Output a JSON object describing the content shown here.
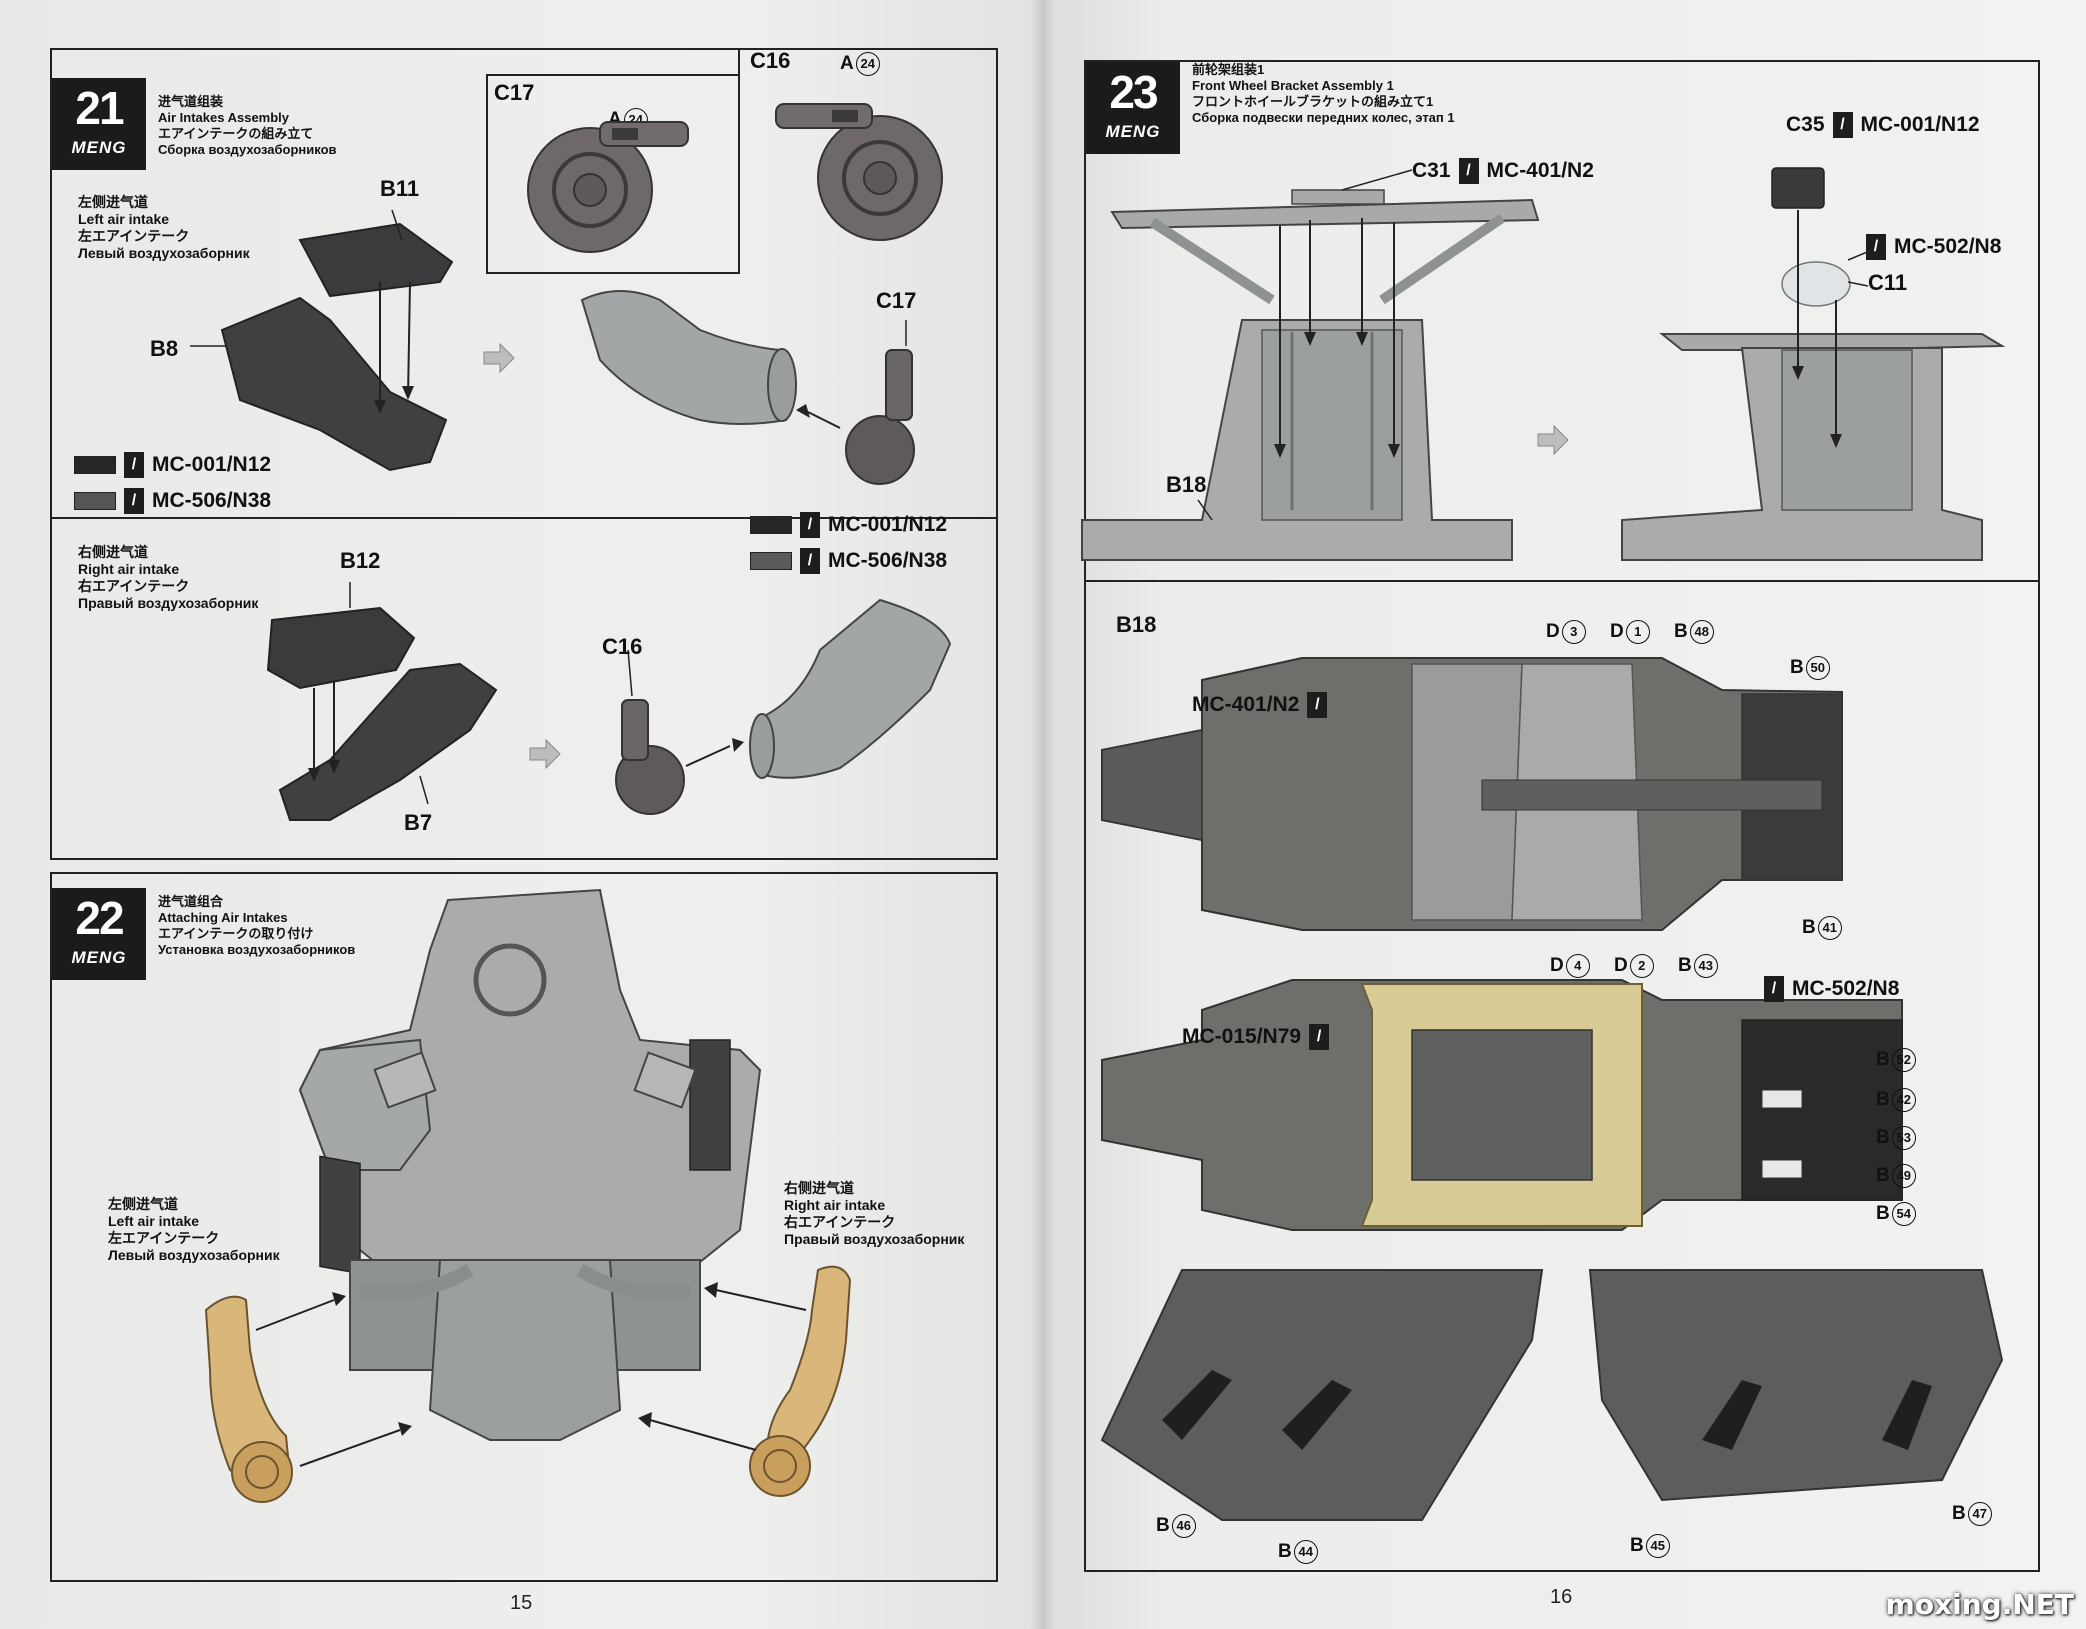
{
  "left_page": {
    "page_number": "15",
    "step21": {
      "number": "21",
      "brand": "MENG",
      "title_cn": "进气道组装",
      "title_en": "Air Intakes Assembly",
      "title_jp": "エアインテークの組み立て",
      "title_ru": "Сборка воздухозаборников",
      "left_intake": {
        "cn": "左侧进气道",
        "en": "Left air intake",
        "jp": "左エアインテーク",
        "ru": "Левый воздухозаборник"
      },
      "right_intake": {
        "cn": "右侧进气道",
        "en": "Right air intake",
        "jp": "右エアインテーク",
        "ru": "Правый воздухозаборник"
      },
      "parts": {
        "b11": "B11",
        "b8": "B8",
        "c17": "C17",
        "c17_top": "C17",
        "c16_top": "C16",
        "a24_a": "A",
        "a24_b": "A",
        "a24_num": "24",
        "b12": "B12",
        "b7": "B7",
        "c16": "C16"
      },
      "colors_top": [
        {
          "code": "MC-001/N12",
          "color": "#262626"
        },
        {
          "code": "MC-506/N38",
          "color": "#555555"
        }
      ],
      "colors_bottom": [
        {
          "code": "MC-001/N12",
          "color": "#262626"
        },
        {
          "code": "MC-506/N38",
          "color": "#5a5a5a"
        }
      ]
    },
    "step22": {
      "number": "22",
      "brand": "MENG",
      "title_cn": "进气道组合",
      "title_en": "Attaching Air Intakes",
      "title_jp": "エアインテークの取り付け",
      "title_ru": "Установка воздухозаборников",
      "left_intake": {
        "cn": "左侧进气道",
        "en": "Left air intake",
        "jp": "左エアインテーク",
        "ru": "Левый воздухозаборник"
      },
      "right_intake": {
        "cn": "右侧进气道",
        "en": "Right air intake",
        "jp": "右エアインテーク",
        "ru": "Правый воздухозаборник"
      }
    }
  },
  "right_page": {
    "page_number": "16",
    "watermark": "moxing.NET",
    "step23": {
      "number": "23",
      "brand": "MENG",
      "title_cn": "前轮架组装1",
      "title_en": "Front Wheel Bracket Assembly 1",
      "title_jp": "フロントホイールブラケットの組み立て1",
      "title_ru": "Сборка подвески передних колес, этап 1",
      "parts": {
        "c31": "C31",
        "c31_code": "MC-401/N2",
        "c35": "C35",
        "c35_code": "MC-001/N12",
        "c11": "C11",
        "c11_code": "MC-502/N8",
        "b18_top": "B18",
        "b18_section": "B18",
        "d3": "D",
        "d3n": "3",
        "d1": "D",
        "d1n": "1",
        "b48": "B",
        "b48n": "48",
        "b50": "B",
        "b50n": "50",
        "b41": "B",
        "b41n": "41",
        "d4": "D",
        "d4n": "4",
        "d2": "D",
        "d2n": "2",
        "b43": "B",
        "b43n": "43",
        "floor_code": "MC-401/N2",
        "tan_code": "MC-015/N79",
        "dark_code": "MC-502/N8",
        "b52": "B",
        "b52n": "52",
        "b42": "B",
        "b42n": "42",
        "b53": "B",
        "b53n": "53",
        "b49": "B",
        "b49n": "49",
        "b54": "B",
        "b54n": "54",
        "b46": "B",
        "b46n": "46",
        "b44": "B",
        "b44n": "44",
        "b45": "B",
        "b45n": "45",
        "b47": "B",
        "b47n": "47"
      },
      "colors": {
        "floor": "#6d6f6b",
        "tan": "#d8cb95",
        "dark": "#2a2a2a",
        "light_grey": "#a9acab"
      }
    }
  }
}
